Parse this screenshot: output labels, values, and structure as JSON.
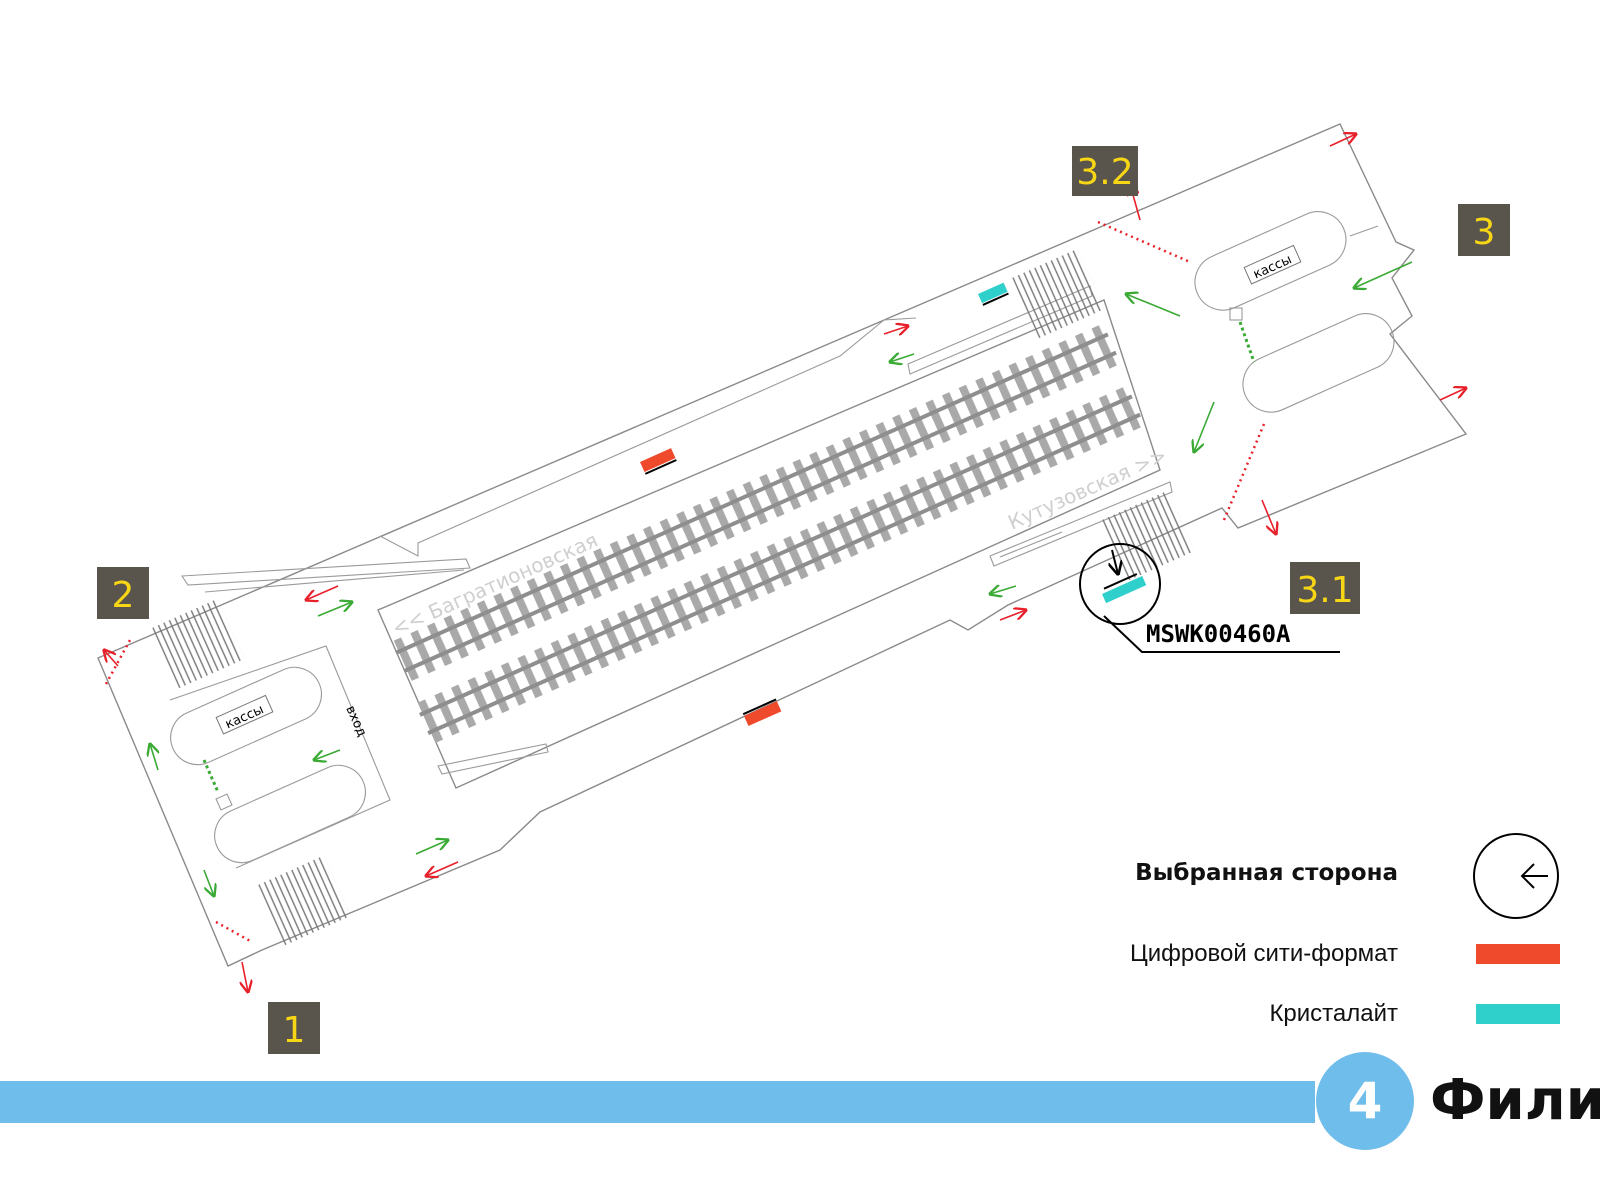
{
  "exits": {
    "exit_1": "1",
    "exit_2": "2",
    "exit_3": "3",
    "exit_3_1": "3.1",
    "exit_3_2": "3.2"
  },
  "labels": {
    "kassy": "кассы",
    "vhod": "вход",
    "dir_west": "<< Багратионовская",
    "dir_east": "Кутузовская >>",
    "placement_code": "MSWK00460A"
  },
  "legend": {
    "selected_side": "Выбранная сторона",
    "digital_city_format": "Цифровой сити-формат",
    "crystalite": "Кристалайт"
  },
  "line": {
    "number": "4",
    "station": "Фили"
  },
  "colors": {
    "digital_city_format": "#f04a2d",
    "crystalite": "#2fcfcb",
    "line": "#6fbdeb",
    "exit_box": "#59554d",
    "exit_text": "#f7d615",
    "arrow_exit": "#e8202a",
    "arrow_enter": "#3aaa35"
  },
  "icons": {
    "selected_side": "left-arrow-circle-icon",
    "marker": "down-arrow-circle-icon"
  }
}
